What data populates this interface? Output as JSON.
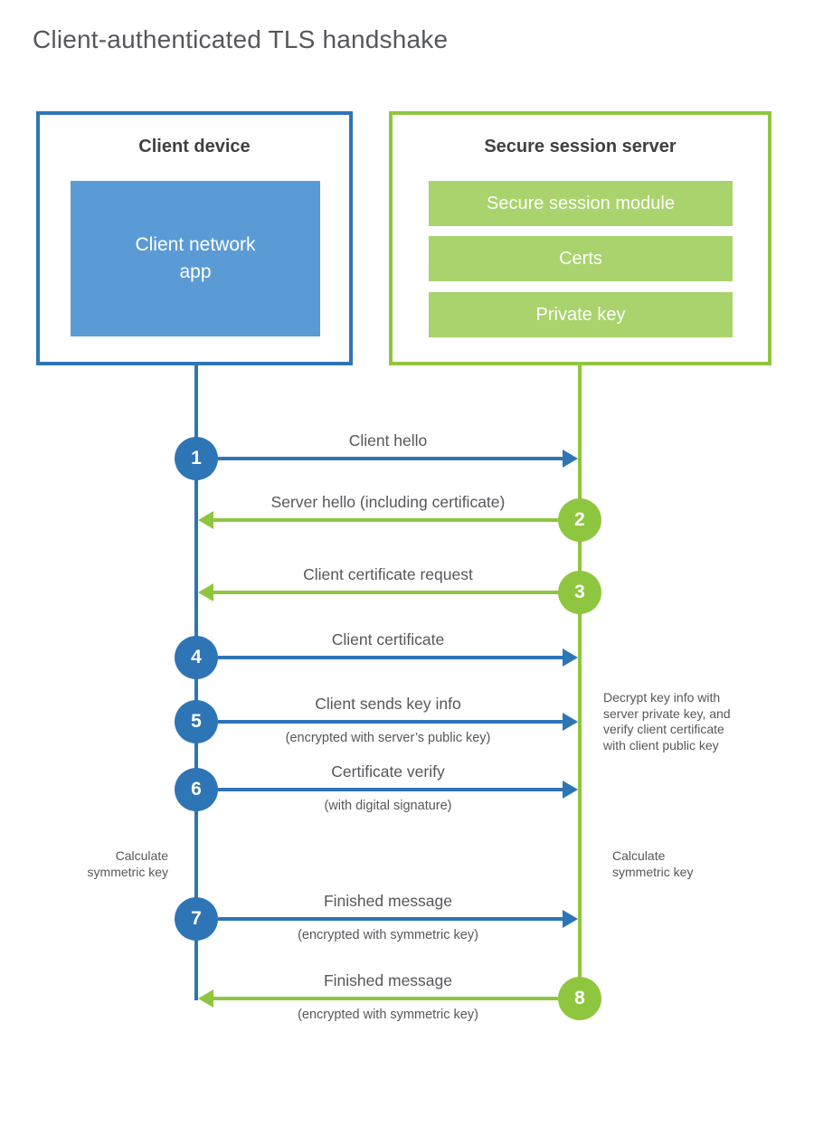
{
  "title": "Client-authenticated TLS handshake",
  "colors": {
    "blue": "#2e75b6",
    "blue_fill": "#5b9bd5",
    "green": "#8fc640",
    "green_fill": "#a9d36c",
    "text": "#56575b"
  },
  "client": {
    "title": "Client device",
    "app_label": "Client network\napp"
  },
  "server": {
    "title": "Secure session server",
    "modules": [
      "Secure session module",
      "Certs",
      "Private key"
    ]
  },
  "messages": [
    {
      "num": "1",
      "label": "Client hello",
      "sublabel": "",
      "from": "client"
    },
    {
      "num": "2",
      "label": "Server hello (including certificate)",
      "sublabel": "",
      "from": "server"
    },
    {
      "num": "3",
      "label": "Client certificate request",
      "sublabel": "",
      "from": "server"
    },
    {
      "num": "4",
      "label": "Client certificate",
      "sublabel": "",
      "from": "client"
    },
    {
      "num": "5",
      "label": "Client sends key info",
      "sublabel": "(encrypted with server’s public key)",
      "from": "client"
    },
    {
      "num": "6",
      "label": "Certificate verify",
      "sublabel": "(with digital signature)",
      "from": "client"
    },
    {
      "num": "7",
      "label": "Finished message",
      "sublabel": "(encrypted with symmetric key)",
      "from": "client"
    },
    {
      "num": "8",
      "label": "Finished message",
      "sublabel": "(encrypted with symmetric key)",
      "from": "server"
    }
  ],
  "notes": {
    "decrypt": "Decrypt key info with\nserver private key, and\nverify client certificate\nwith client public key",
    "calc_left": "Calculate\nsymmetric key",
    "calc_right": "Calculate\nsymmetric key"
  }
}
